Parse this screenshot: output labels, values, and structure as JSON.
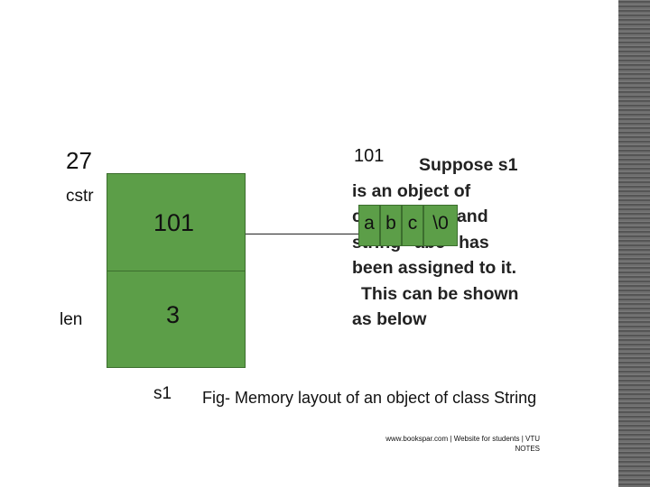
{
  "diagram": {
    "object_address": "27",
    "string_address": "101",
    "fields": [
      {
        "name": "cstr",
        "value": "101"
      },
      {
        "name": "len",
        "value": "3"
      }
    ],
    "object_name": "s1",
    "char_array": [
      "a",
      "b",
      "c",
      "\\0"
    ],
    "description_lines": [
      "Suppose s1",
      "is an object of",
      "class String and",
      "string “abc” has",
      "been assigned to it.",
      "This can be shown",
      "as below"
    ],
    "caption": "Fig- Memory layout of an object of class String"
  },
  "footer": {
    "line1": "www.bookspar.com | Website for students | VTU",
    "line2": "NOTES"
  },
  "colors": {
    "box_fill": "#5c9e48",
    "box_border": "#3c6e2e"
  }
}
